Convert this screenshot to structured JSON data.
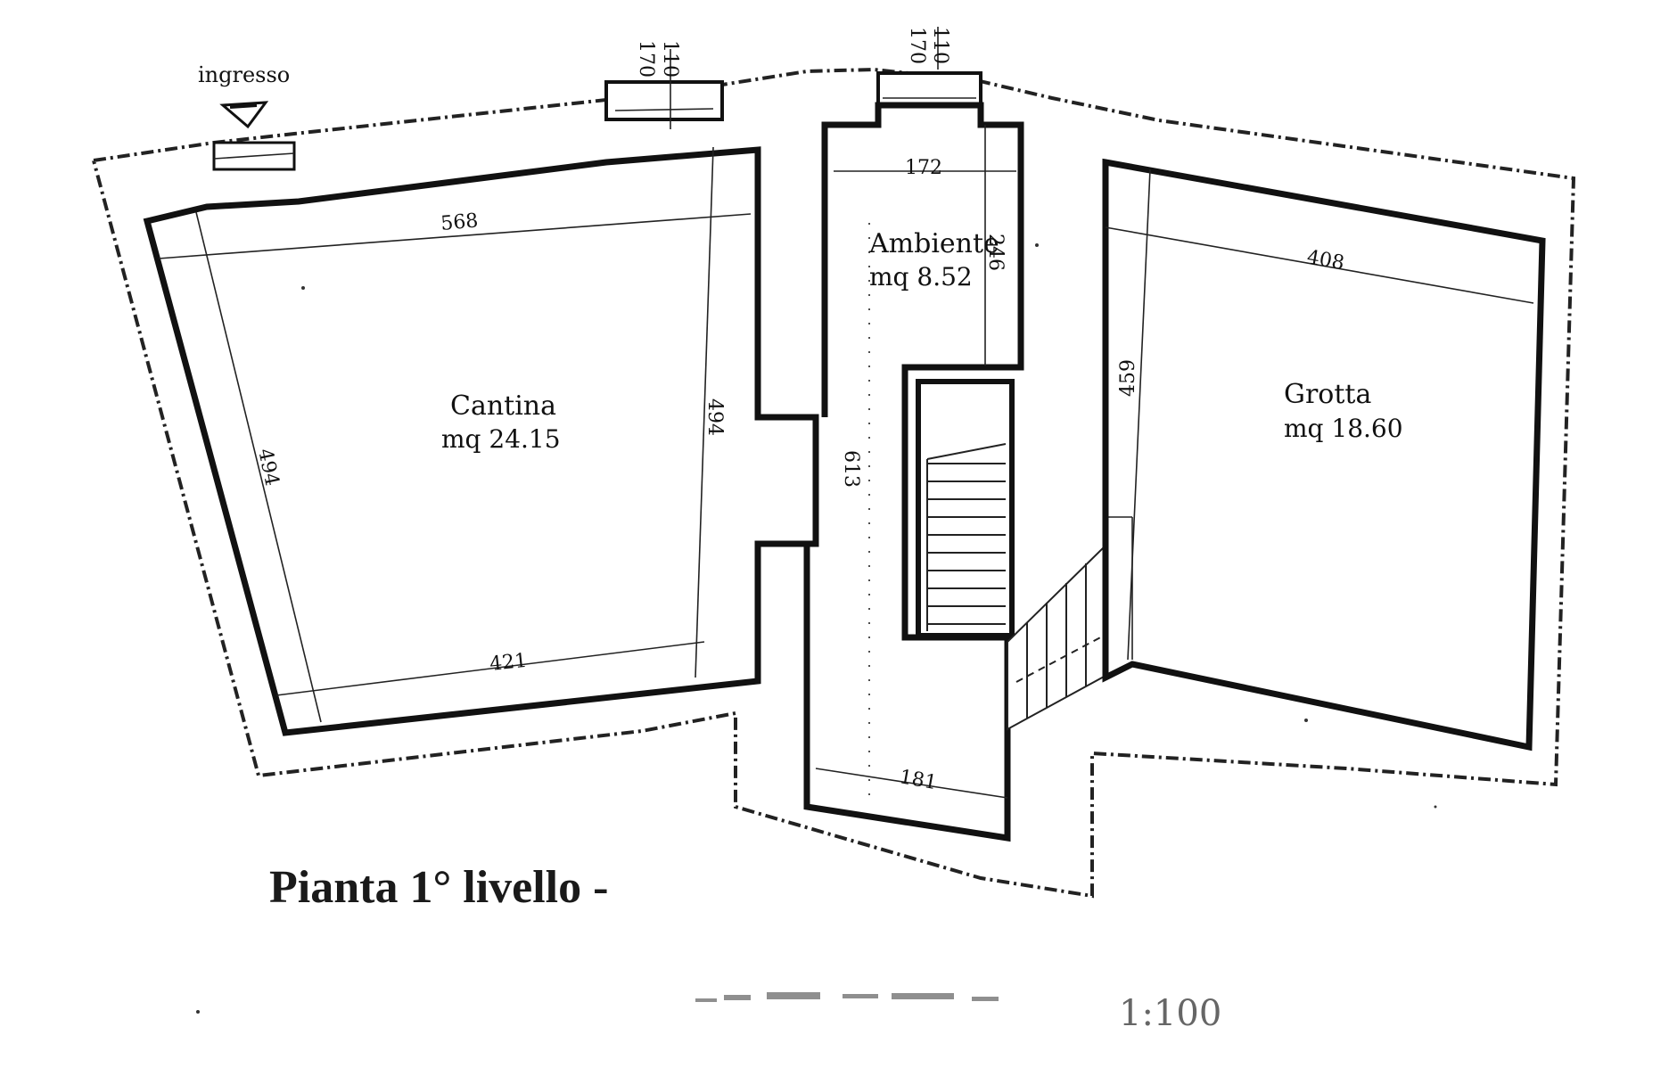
{
  "title": "Pianta  1° livello -",
  "entrance_label": "ingresso",
  "rooms": [
    {
      "name": "Cantina",
      "area": "mq 24.15"
    },
    {
      "name": "Ambiente",
      "area": "mq 8.52"
    },
    {
      "name": "Grotta",
      "area": "mq 18.60"
    }
  ],
  "windows": [
    {
      "top": "110",
      "bottom": "170"
    },
    {
      "top": "110",
      "bottom": "170"
    }
  ],
  "dimensions": {
    "cantina_top": "568",
    "cantina_bottom": "421",
    "cantina_left": "494",
    "cantina_right": "494",
    "ambiente_top": "172",
    "ambiente_side": "246",
    "corridor_length": "613",
    "corridor_bottom": "181",
    "grotta_top": "408",
    "grotta_side": "459"
  },
  "illegible_scale_text": "1:100"
}
